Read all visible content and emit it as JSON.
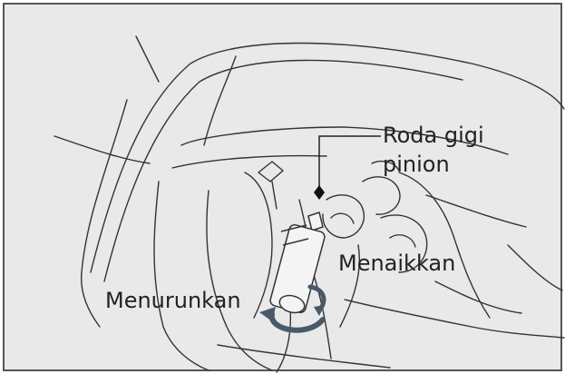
{
  "labels": {
    "pinion_line1": "Roda gigi",
    "pinion_line2": "pinion",
    "raise": "Menaikkan",
    "lower": "Menurunkan"
  },
  "colors": {
    "background": "#e9e9e9",
    "frame": "#555555",
    "line": "#333333",
    "arrow": "#4a5968"
  },
  "icons": {
    "raise_arrow": "rotate-clockwise-arrow-icon",
    "lower_arrow": "rotate-counterclockwise-arrow-icon"
  }
}
